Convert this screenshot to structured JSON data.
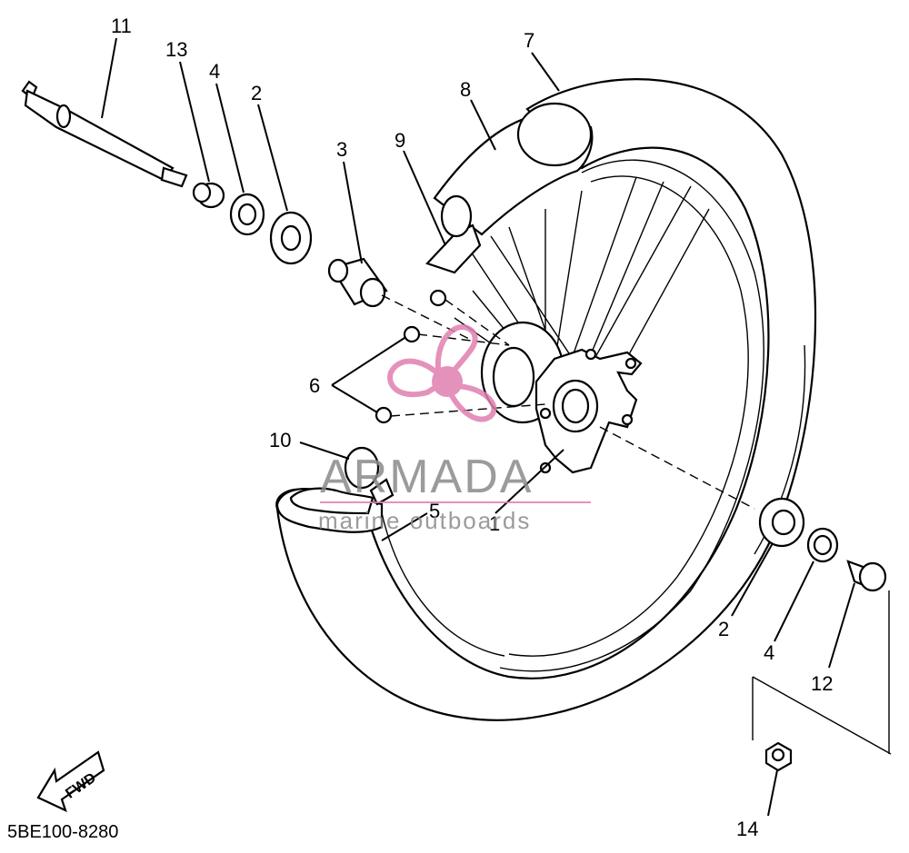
{
  "diagram": {
    "code": "5BE100-8280",
    "fwd_label": "FWD",
    "callouts": [
      {
        "id": "c11",
        "label": "11"
      },
      {
        "id": "c13",
        "label": "13"
      },
      {
        "id": "c4a",
        "label": "4"
      },
      {
        "id": "c2a",
        "label": "2"
      },
      {
        "id": "c3",
        "label": "3"
      },
      {
        "id": "c9",
        "label": "9"
      },
      {
        "id": "c8",
        "label": "8"
      },
      {
        "id": "c7",
        "label": "7"
      },
      {
        "id": "c6",
        "label": "6"
      },
      {
        "id": "c10",
        "label": "10"
      },
      {
        "id": "c5",
        "label": "5"
      },
      {
        "id": "c1",
        "label": "1"
      },
      {
        "id": "c2b",
        "label": "2"
      },
      {
        "id": "c4b",
        "label": "4"
      },
      {
        "id": "c12",
        "label": "12"
      },
      {
        "id": "c14",
        "label": "14"
      }
    ]
  },
  "watermark": {
    "brand": "ARMADA",
    "tagline": "marine outboards",
    "color": "#e07fb0",
    "text_color": "#8a8a8a"
  }
}
